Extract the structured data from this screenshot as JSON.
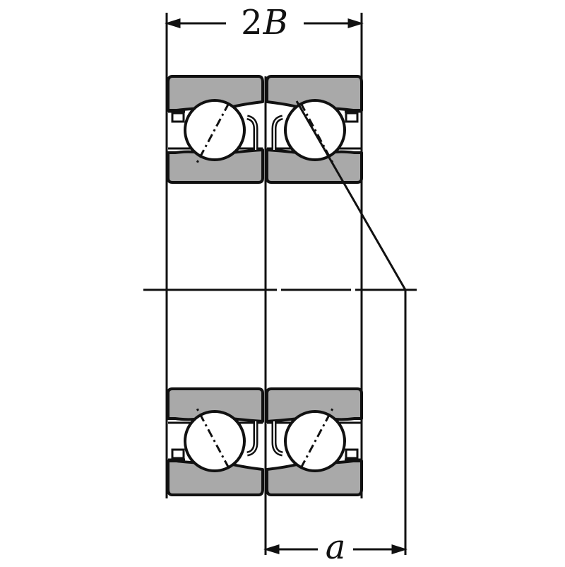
{
  "drawing": {
    "subject": "duplex angular contact ball bearing (back-to-back arrangement) cross-section",
    "colors": {
      "ring_fill": "#a9a9a9",
      "line": "#111111",
      "background": "#ffffff"
    }
  },
  "dimensions": {
    "width_label_prefix": "2",
    "width_label_symbol": "B",
    "effective_center_label": "a"
  }
}
